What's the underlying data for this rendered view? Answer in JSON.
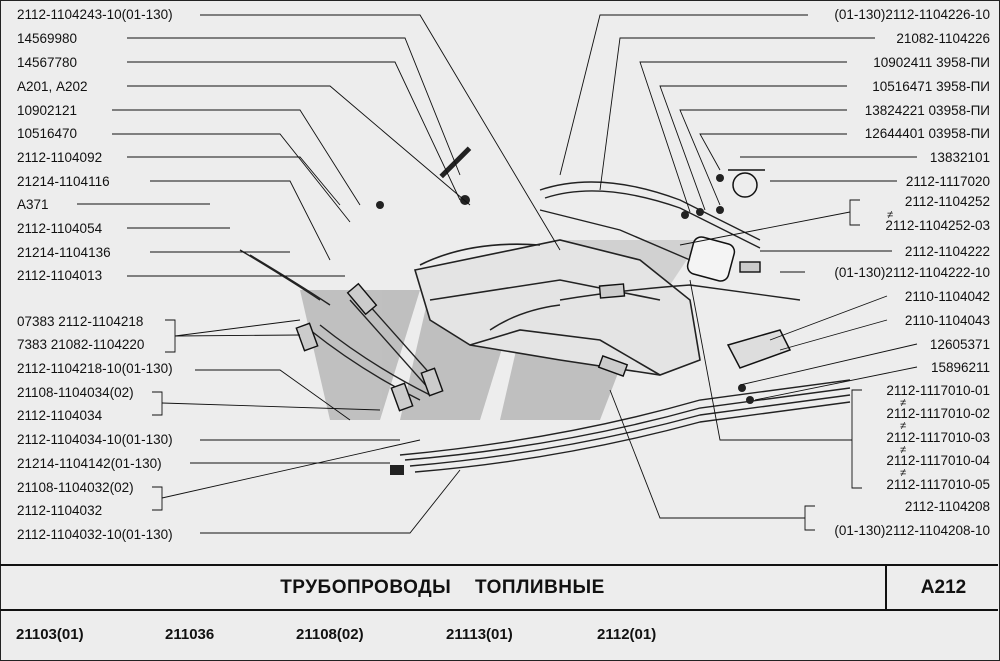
{
  "left_labels": [
    "2112-1104243-10(01-130)",
    "14569980",
    "14567780",
    "А201, А202",
    "10902121",
    "10516470",
    "2112-1104092",
    "21214-1104116",
    "А371",
    "2112-1104054",
    "21214-1104136",
    "2112-1104013",
    "07383  2112-1104218",
    "7383  21082-1104220",
    "2112-1104218-10(01-130)",
    "21108-1104034(02)",
    "2112-1104034",
    "2112-1104034-10(01-130)",
    "21214-1104142(01-130)",
    "21108-1104032(02)",
    "2112-1104032",
    "2112-1104032-10(01-130)"
  ],
  "right_labels": [
    "(01-130)2112-1104226-10",
    "21082-1104226",
    "10902411 3958-ПИ",
    "10516471 3958-ПИ",
    "13824221 03958-ПИ",
    "12644401 03958-ПИ",
    "13832101",
    "2112-1117020",
    "2112-1104252",
    "2112-1104252-03",
    "2112-1104222",
    "(01-130)2112-1104222-10",
    "2110-1104042",
    "2110-1104043",
    "12605371",
    "15896211",
    "2112-1117010-01",
    "2112-1117010-02",
    "2112-1117010-03",
    "2112-1117010-04",
    "2112-1117010-05",
    "2112-1104208",
    "(01-130)2112-1104208-10"
  ],
  "interchange_mark": "≠",
  "title": "ТРУБОПРОВОДЫ    ТОПЛИВНЫЕ",
  "page_code": "А212",
  "models": [
    "21103(01)",
    "211036",
    "21108(02)",
    "21113(01)",
    "2112(01)"
  ]
}
